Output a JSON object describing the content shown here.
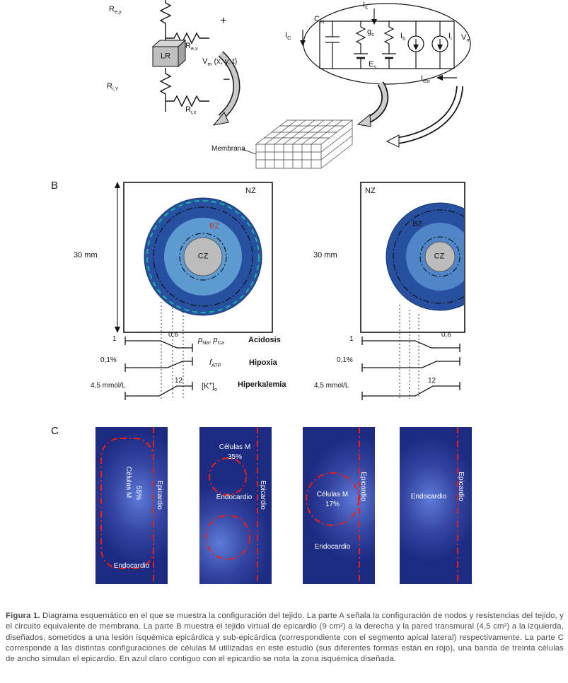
{
  "colors": {
    "ring_outer_blue": "#2850a0",
    "ring_inner_blue": "#5d9ad2",
    "core_gray": "#bcbcbc",
    "border_teal": "#18b5a3",
    "annotation_red": "#e21b12",
    "panel_navy": "#1c2a82",
    "ischemia_blue": "#5d7bda"
  },
  "partA": {
    "labels": {
      "re_y_base": "R",
      "re_y_sub": "e,y",
      "re_x_base": "R",
      "re_x_sub": "e,x",
      "ri_y_base": "R",
      "ri_y_sub": "i,Y",
      "ri_x_base": "R",
      "ri_x_sub": "i,x",
      "plus": "+",
      "minus": "−",
      "lr": "LR",
      "vm_base": "V",
      "vm_sub": "m",
      "vm_args": " (x, y, t)",
      "ic_base": "I",
      "ic_sub": "C",
      "cm_base": "C",
      "cm_sub": "m",
      "is_base": "I",
      "is_sub": "s",
      "gs_base": "g",
      "gs_sub": "s",
      "es_base": "E",
      "es_sub": "s",
      "ib_base": "I",
      "ib_sub": "b",
      "ii_base": "I",
      "ii_sub": "i",
      "vm2_base": "V",
      "vm2_sub": "m",
      "iest_base": "I",
      "iest_sub": "est",
      "membrana": "Membrana"
    }
  },
  "partB": {
    "section_label": "B",
    "left": {
      "nz": "NZ",
      "bz": "BZ",
      "cz": "CZ",
      "size": "30 mm",
      "plot": {
        "v1": "1",
        "v06": "0,6",
        "v01": "0,1%",
        "v45": "4,5 mmol/L",
        "v12": "12"
      }
    },
    "right": {
      "nz": "NZ",
      "bz": "BZ",
      "cz": "CZ",
      "size": "30 mm",
      "plot": {
        "v1": "1",
        "v06": "0,6",
        "v01": "0,1%",
        "v45": "4,5 mmol/L",
        "v12": "12"
      }
    },
    "params": {
      "p_base": "p",
      "na_sub": "Na",
      "sep": ", ",
      "p2_base": "p",
      "ca_sub": "Ca",
      "f_base": "f",
      "atp_sub": "ATP",
      "k_open": "[K",
      "k_sup": "+",
      "k_close": "]",
      "k_sub": "o"
    },
    "conditions": {
      "row1": "Acidosis",
      "row2": "Hipoxia",
      "row3": "Hiperkalemia"
    }
  },
  "partC": {
    "section_label": "C",
    "panels": [
      {
        "cells": "Células M",
        "pct": "55%",
        "epi": "Epicardio",
        "endo": "Endocardio"
      },
      {
        "cells": "Células M",
        "pct": "35%",
        "epi": "Epicardio",
        "endo": "Endocardio"
      },
      {
        "cells": "Células M",
        "pct": "17%",
        "epi": "Epicardio",
        "endo": "Endocardio"
      },
      {
        "epi": "Epicardio",
        "endo": "Endocardio"
      }
    ]
  },
  "caption": {
    "label": "Figura 1.",
    "text": " Diagrama esquemático en el que se muestra la configuración del tejido. La parte A señala la configuración de nodos y resistencias del tejido, y el circuito equivalente de membrana. La parte B muestra el tejido virtual de epicardio (9 cm²) a la derecha y la pared transmural (4,5 cm²) a la izquierda, diseñados, sometidos a una lesión isquémica epicárdica y sub-epicárdica (correspondiente con el segmento apical lateral) respectivamente. La parte C corresponde a las distintas configuraciones de células M utilizadas en este estudio (sus diferentes formas están en rojo), una banda de treinta células de ancho simulan el epicardio. En azul claro contiguo con el epicardio se nota la zona isquémica diseñada."
  }
}
